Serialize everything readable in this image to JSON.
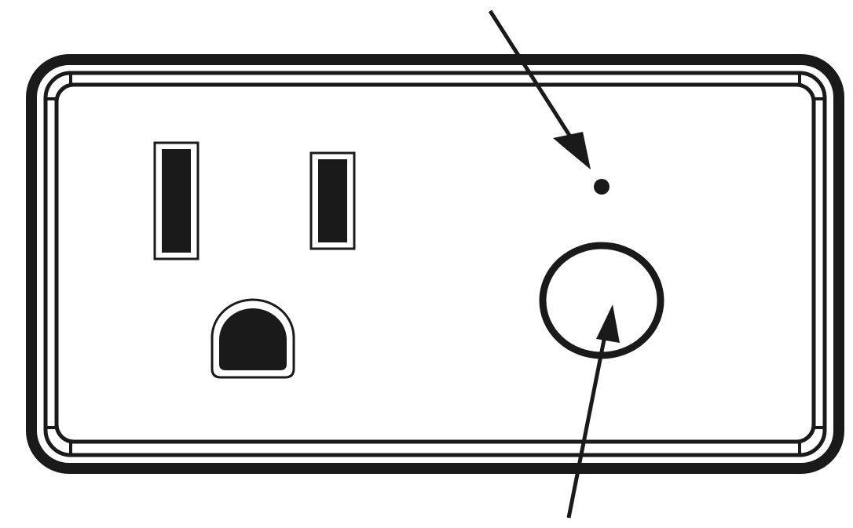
{
  "diagram": {
    "subject": "smart-plug-face",
    "components": [
      {
        "id": "plug-body",
        "icon": "smart-plug-outline"
      },
      {
        "id": "hot-slot",
        "icon": "tall-blade-slot"
      },
      {
        "id": "neutral-slot",
        "icon": "short-blade-slot"
      },
      {
        "id": "ground-hole",
        "icon": "d-shaped-ground-hole"
      },
      {
        "id": "indicator-light",
        "icon": "small-dot"
      },
      {
        "id": "power-button",
        "icon": "ring-button"
      }
    ],
    "callouts": [
      {
        "id": "arrow-to-indicator",
        "points_to": "indicator-light"
      },
      {
        "id": "arrow-to-button",
        "points_to": "power-button"
      }
    ],
    "colors": {
      "ink": "#1a1a1a",
      "paper": "#ffffff"
    }
  }
}
